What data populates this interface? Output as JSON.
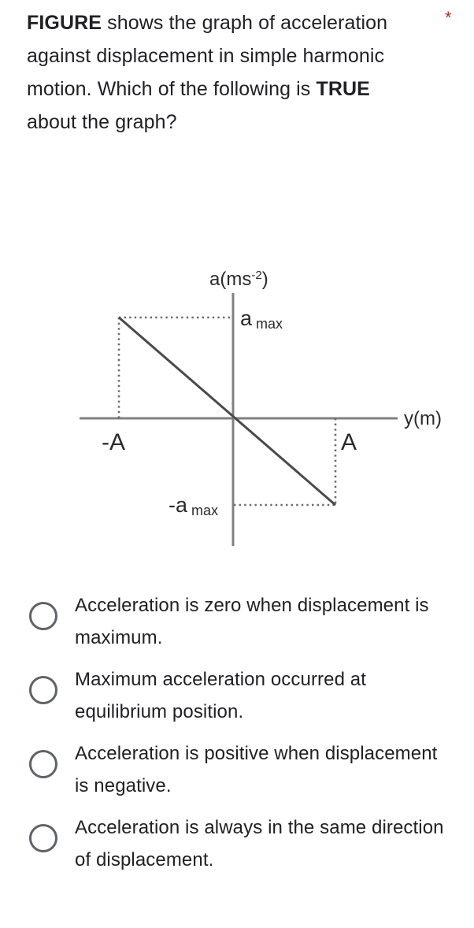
{
  "question": {
    "prefix_bold": "FIGURE",
    "text_part1": " shows the graph of acceleration against displacement in simple harmonic motion. Which of the following is ",
    "emphasis_bold": "TRUE",
    "text_part2": " about the graph?",
    "full_text": "FIGURE shows the graph of acceleration against displacement in simple harmonic motion. Which of the following is TRUE about the graph?",
    "required_marker": "*",
    "required_color": "#c5221f"
  },
  "chart_data": {
    "type": "line",
    "title": "",
    "xlabel": "y(m)",
    "ylabel": "a(ms-2)",
    "ylabel_base": "a(ms",
    "ylabel_exponent": "-2",
    "ylabel_close": ")",
    "x": [
      -1,
      1
    ],
    "y": [
      1,
      -1
    ],
    "xlim": [
      -1.45,
      1.45
    ],
    "ylim": [
      -1.45,
      1.45
    ],
    "grid": false,
    "legend": null,
    "line_color": "#4a4a4a",
    "axis_color": "#808080",
    "guide_color": "#6b6b6b",
    "annotations": [
      {
        "name": "a-max-label",
        "text": "a",
        "sub": "max",
        "value": "a_max",
        "x": 0.08,
        "y": 1.0
      },
      {
        "name": "neg-a-max-label",
        "text": "-a",
        "sub": "max",
        "value": "-a_max",
        "x": -0.12,
        "y": -1.0
      },
      {
        "name": "neg-amplitude-label",
        "text": "-A",
        "value": "-A",
        "x": -1.0,
        "y": -0.18
      },
      {
        "name": "amplitude-label",
        "text": "A",
        "value": "A",
        "x": 1.0,
        "y": -0.18
      }
    ],
    "guide_lines": [
      {
        "name": "top-horizontal-guide",
        "from": [
          -1,
          1
        ],
        "to": [
          0,
          1
        ],
        "style": "dotted"
      },
      {
        "name": "left-vertical-guide",
        "from": [
          -1,
          1
        ],
        "to": [
          -1,
          0
        ],
        "style": "dotted"
      },
      {
        "name": "bottom-horizontal-guide",
        "from": [
          0,
          -1
        ],
        "to": [
          1,
          -1
        ],
        "style": "dotted"
      },
      {
        "name": "right-vertical-guide",
        "from": [
          1,
          0
        ],
        "to": [
          1,
          -1
        ],
        "style": "dotted"
      }
    ],
    "description": "Straight line of negative slope passing through the origin from (-A, a_max) to (A, -a_max)."
  },
  "options": [
    {
      "id": "option-1",
      "label": "Acceleration is zero when displacement is maximum.",
      "selected": false
    },
    {
      "id": "option-2",
      "label": "Maximum acceleration occurred at equilibrium position.",
      "selected": false
    },
    {
      "id": "option-3",
      "label": "Acceleration is positive when displacement is negative.",
      "selected": false
    },
    {
      "id": "option-4",
      "label": "Acceleration is always in the same direction of displacement.",
      "selected": false
    }
  ]
}
